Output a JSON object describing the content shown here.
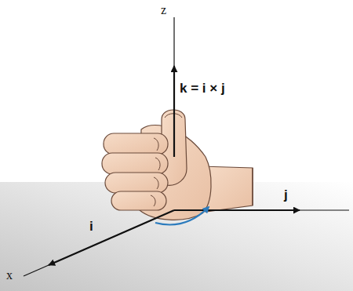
{
  "diagram": {
    "labels": [
      "z",
      "k = i × j",
      "j",
      "i",
      "x"
    ]
  }
}
